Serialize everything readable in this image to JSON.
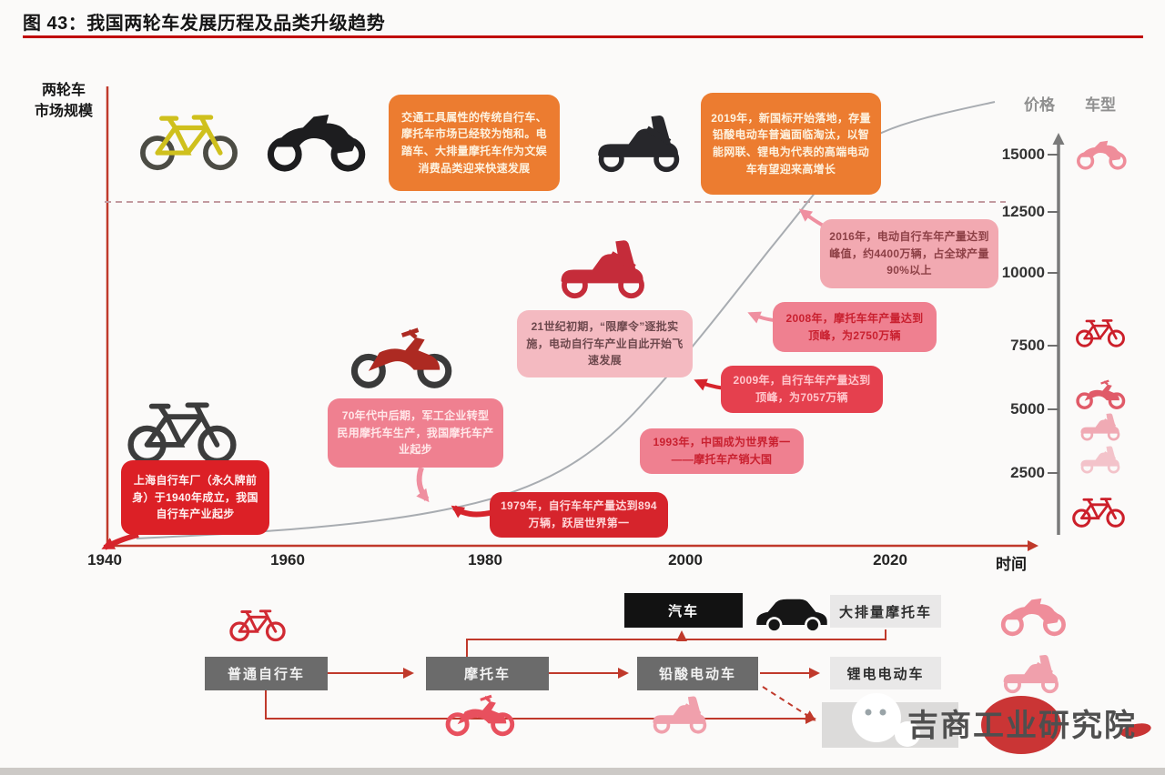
{
  "page": {
    "title": "图 43：我国两轮车发展历程及品类升级趋势"
  },
  "colors": {
    "title_rule": "#c00000",
    "axis_red": "#c0392b",
    "right_axis_gray": "#7a7a7a",
    "orange_callout": "#ec7c30",
    "pink_callout": "#ef8090",
    "deep_red_callout": "#d6242c",
    "flow_dark_gray": "#6b6b6b",
    "flow_black": "#121212",
    "flow_light_gray": "#e9e8e8"
  },
  "chart_data": {
    "type": "line",
    "title": "我国两轮车发展历程及品类升级趋势",
    "x_label": "时间",
    "x_ticks": [
      "1940",
      "1960",
      "1980",
      "2000",
      "2020"
    ],
    "x_range": [
      1940,
      2030
    ],
    "y_left_label": "两轮车\n市场规模",
    "y_right": {
      "price_label": "价格",
      "model_label": "车型",
      "ticks": [
        "15000",
        "12500",
        "10000",
        "7500",
        "5000",
        "2500"
      ],
      "model_icons_by_price": [
        {
          "price": 15000,
          "icon": "sport-motorcycle"
        },
        {
          "price": 8000,
          "icon": "electric-bicycle"
        },
        {
          "price": 5500,
          "icon": "motorcycle"
        },
        {
          "price": 4300,
          "icon": "electric-scooter"
        },
        {
          "price": 2900,
          "icon": "electric-scooter"
        },
        {
          "price": 1200,
          "icon": "bicycle"
        }
      ]
    },
    "grid": false,
    "curve_trend": "S形增长曲线：1940年起步缓慢，2000年后加速，2020年前后快速攀升",
    "curve_points_approx": [
      {
        "year": 1943,
        "level": 0.02
      },
      {
        "year": 1975,
        "level": 0.08
      },
      {
        "year": 1990,
        "level": 0.22
      },
      {
        "year": 2000,
        "level": 0.42
      },
      {
        "year": 2008,
        "level": 0.62
      },
      {
        "year": 2013,
        "level": 0.82
      },
      {
        "year": 2027,
        "level": 1.0
      }
    ],
    "annotations": [
      {
        "id": "consumer-upgrade",
        "style": "orange",
        "text": "交通工具属性的传统自行车、摩托车市场已经较为饱和。电踏车、大排量摩托车作为文娱消费品类迎来快速发展"
      },
      {
        "id": "new-standard-2019",
        "style": "orange",
        "text": "2019年，新国标开始落地，存量铅酸电动车普遍面临淘汰，以智能网联、锂电为代表的高端电动车有望迎来高增长"
      },
      {
        "id": "ebike-peak-2016",
        "style": "pink-light",
        "text": "2016年，电动自行车年产量达到峰值，约4400万辆，占全球产量90%以上"
      },
      {
        "id": "moto-peak-2008",
        "style": "pink-red-text",
        "text": "2008年，摩托车年产量达到顶峰，为2750万辆"
      },
      {
        "id": "bicycle-peak-2009",
        "style": "red",
        "text": "2009年，自行车年产量达到顶峰，为7057万辆"
      },
      {
        "id": "moto-ban-2000s",
        "style": "pink-pale",
        "text": "21世纪初期，“限摩令”逐批实施，电动自行车产业自此开始飞速发展"
      },
      {
        "id": "world-first-1993",
        "style": "pink-red-text",
        "text": "1993年，中国成为世界第一——摩托车产销大国"
      },
      {
        "id": "bicycle-1979",
        "style": "red-deep",
        "text": "1979年，自行车年产量达到894万辆，跃居世界第一"
      },
      {
        "id": "military-1970s",
        "style": "pink",
        "text": "70年代中后期，军工企业转型民用摩托车生产，我国摩托车产业起步"
      },
      {
        "id": "shanghai-1940",
        "style": "red-solid",
        "text": "上海自行车厂（永久牌前身）于1940年成立，我国自行车产业起步"
      }
    ]
  },
  "flow": {
    "ordinary_bicycle": "普通自行车",
    "motorcycle": "摩托车",
    "lead_acid_ev": "铅酸电动车",
    "car": "汽车",
    "large_displacement_motorcycle": "大排量摩托车",
    "lithium_ev": "锂电电动车"
  },
  "watermark": {
    "text": "吉商工业研究院"
  }
}
